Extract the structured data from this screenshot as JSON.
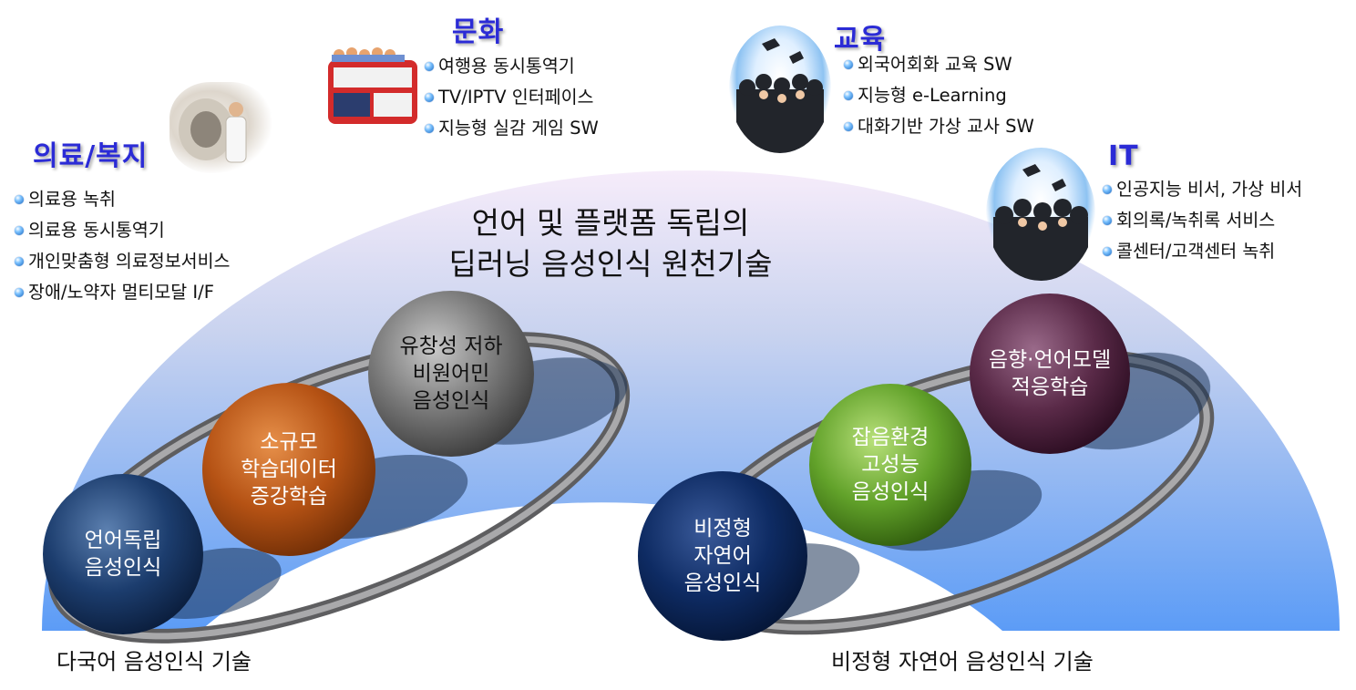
{
  "center_title": [
    "언어 및 플랫폼 독립의",
    "딥러닝 음성인식 원천기술"
  ],
  "categories": {
    "medical": {
      "title": "의료/복지",
      "items": [
        "의료용 녹취",
        "의료용 동시통역기",
        "개인맞춤형 의료정보서비스",
        "장애/노약자 멀티모달 I/F"
      ]
    },
    "culture": {
      "title": "문화",
      "items": [
        "여행용 동시통역기",
        "TV/IPTV 인터페이스",
        "지능형 실감 게임 SW"
      ]
    },
    "education": {
      "title": "교육",
      "items": [
        "외국어회화 교육 SW",
        "지능형 e-Learning",
        "대화기반 가상 교사 SW"
      ]
    },
    "it": {
      "title": "IT",
      "items": [
        "인공지능 비서, 가상 비서",
        "회의록/녹취록 서비스",
        "콜센터/고객센터 녹취"
      ]
    }
  },
  "balls": {
    "language_independent": [
      "언어독립",
      "음성인식"
    ],
    "small_data": [
      "소규모",
      "학습데이터",
      "증강학습"
    ],
    "non_native": [
      "유창성 저하",
      "비원어민",
      "음성인식"
    ],
    "unstructured": [
      "비정형",
      "자연어",
      "음성인식"
    ],
    "noise": [
      "잡음환경",
      "고성능",
      "음성인식"
    ],
    "adaptation": [
      "음향·언어모델",
      "적응학습"
    ]
  },
  "bottom_labels": {
    "left": "다국어 음성인식 기술",
    "right": "비정형 자연어 음성인식 기술"
  },
  "icons": [
    "hospital-photo",
    "bus-photo",
    "graduation-photo",
    "bullet-icon"
  ],
  "colors": {
    "heading": "#2b2bd6",
    "arc_top": "#f3e8f8",
    "arc_bottom": "#5b9cf5",
    "bullet": "#1565c0"
  }
}
